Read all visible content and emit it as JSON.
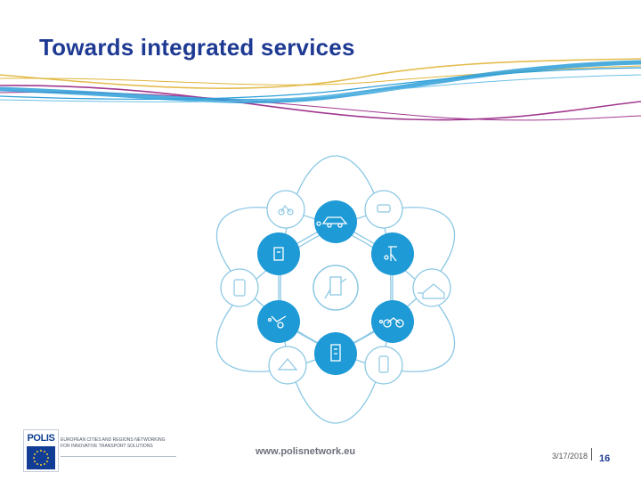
{
  "slide": {
    "title": "Towards integrated services",
    "website": "www.polisnetwork.eu",
    "date": "3/17/2018",
    "page_number": "16"
  },
  "logo": {
    "wordmark": "POLIS",
    "org_line1": "EUROPEAN CITIES AND REGIONS NETWORKING",
    "org_line2": "FOR INNOVATIVE TRANSPORT SOLUTIONS"
  },
  "diagram": {
    "center_icon": "phone-control-icon",
    "inner_nodes": [
      "parking-meter-icon",
      "car-sharing-icon",
      "bike-sharing-icon",
      "ticket-icon",
      "scooter-icon",
      "payment-icon"
    ],
    "outer_nodes": [
      "bicycle-icon",
      "car-icon",
      "house-icon",
      "phone-icon",
      "tent-icon",
      "tablet-icon"
    ]
  },
  "colors": {
    "title": "#1f3a93",
    "node_fill": "#1e9ad6",
    "diagram_line": "#8cc8e4",
    "swoosh_blue": "#2e9fd8",
    "swoosh_yellow": "#e0b53a",
    "swoosh_purple": "#a0388f",
    "logo_blue": "#0c3d91"
  }
}
